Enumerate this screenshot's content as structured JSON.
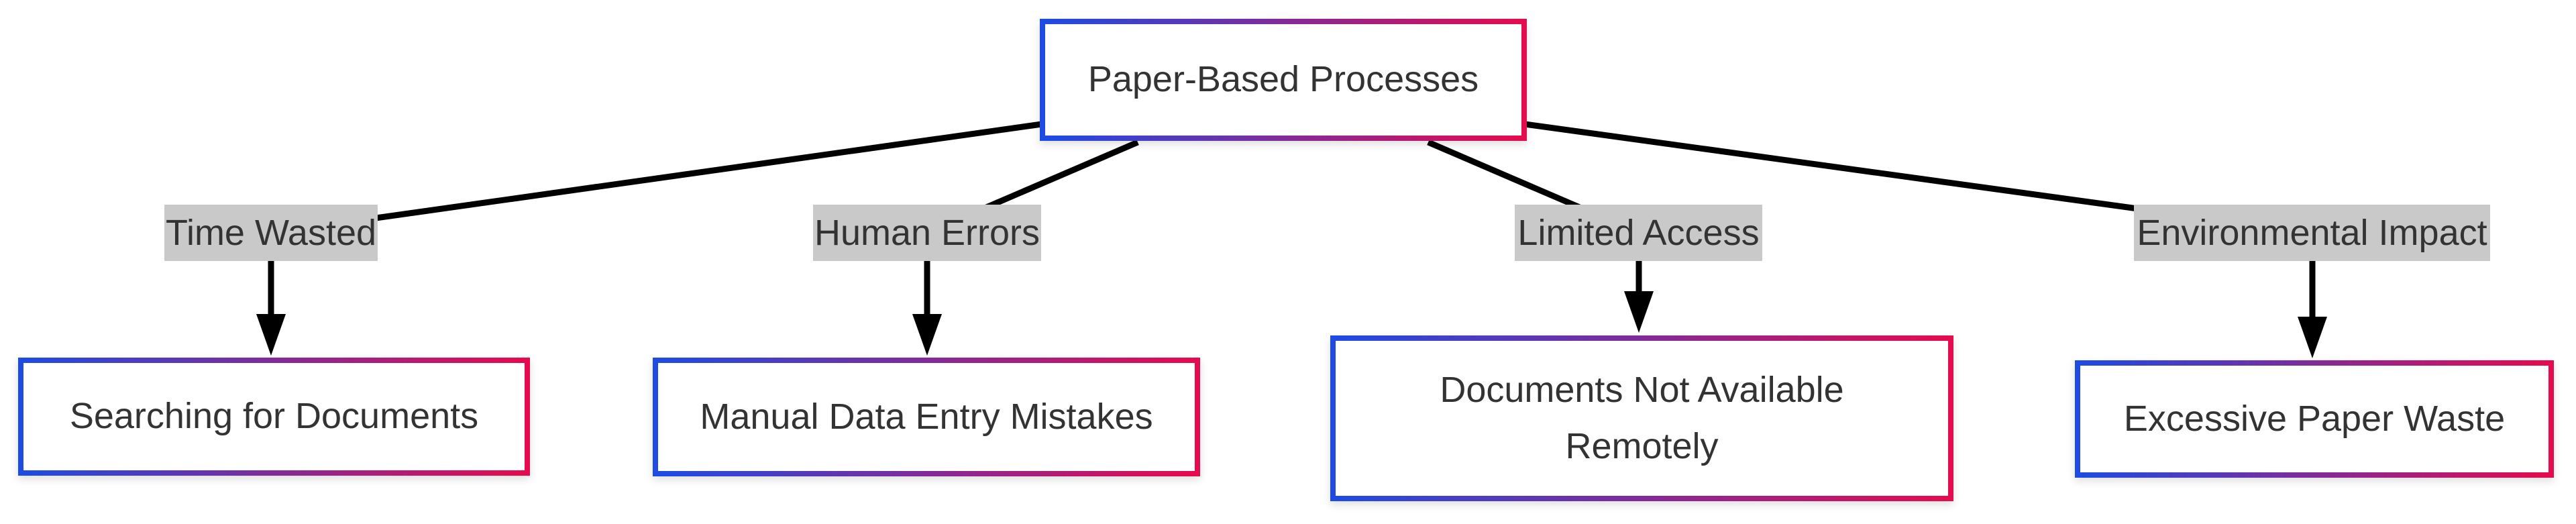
{
  "diagram": {
    "root_label": "Paper-Based Processes",
    "branches": [
      {
        "edge_label": "Time Wasted",
        "node_label": "Searching for Documents"
      },
      {
        "edge_label": "Human Errors",
        "node_label": "Manual Data Entry Mistakes"
      },
      {
        "edge_label": "Limited Access",
        "node_label": "Documents Not Available Remotely"
      },
      {
        "edge_label": "Environmental Impact",
        "node_label": "Excessive Paper Waste"
      }
    ]
  },
  "colors": {
    "grad-start": "#1d4be4",
    "grad-end": "#e60a4e",
    "label-bg": "#c9c9c9",
    "text-color": "#333333",
    "line-color": "#000000",
    "node-fill": "#ffffff"
  }
}
